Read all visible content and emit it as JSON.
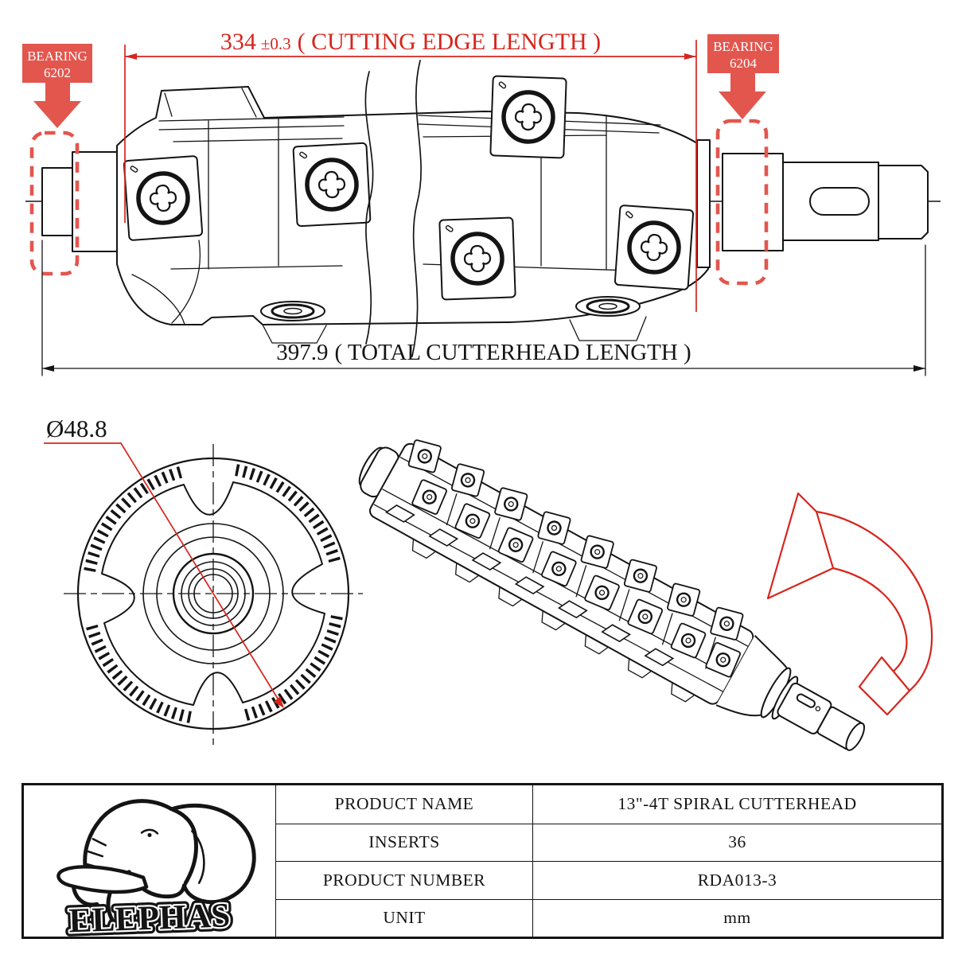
{
  "colors": {
    "line_ink": "#141414",
    "dimension_red": "#d6251d",
    "bearing_label_red": "#e2564e",
    "background": "#ffffff"
  },
  "top_view": {
    "bearing_left": {
      "title": "BEARING",
      "number": "6202"
    },
    "bearing_right": {
      "title": "BEARING",
      "number": "6204"
    },
    "cutting_edge_dim": {
      "value": "334",
      "tolerance": "±0.3",
      "label": "( CUTTING EDGE LENGTH )"
    },
    "total_length_dim": {
      "value": "397.9",
      "label": "( TOTAL CUTTERHEAD LENGTH )"
    }
  },
  "end_view": {
    "diameter_label": "Ø48.8"
  },
  "table": {
    "logo_text": "ELEPHAS",
    "rows": [
      {
        "label": "PRODUCT NAME",
        "value": "13\"-4T SPIRAL CUTTERHEAD"
      },
      {
        "label": "INSERTS",
        "value": "36"
      },
      {
        "label": "PRODUCT NUMBER",
        "value": "RDA013-3"
      },
      {
        "label": "UNIT",
        "value": "mm"
      }
    ]
  }
}
